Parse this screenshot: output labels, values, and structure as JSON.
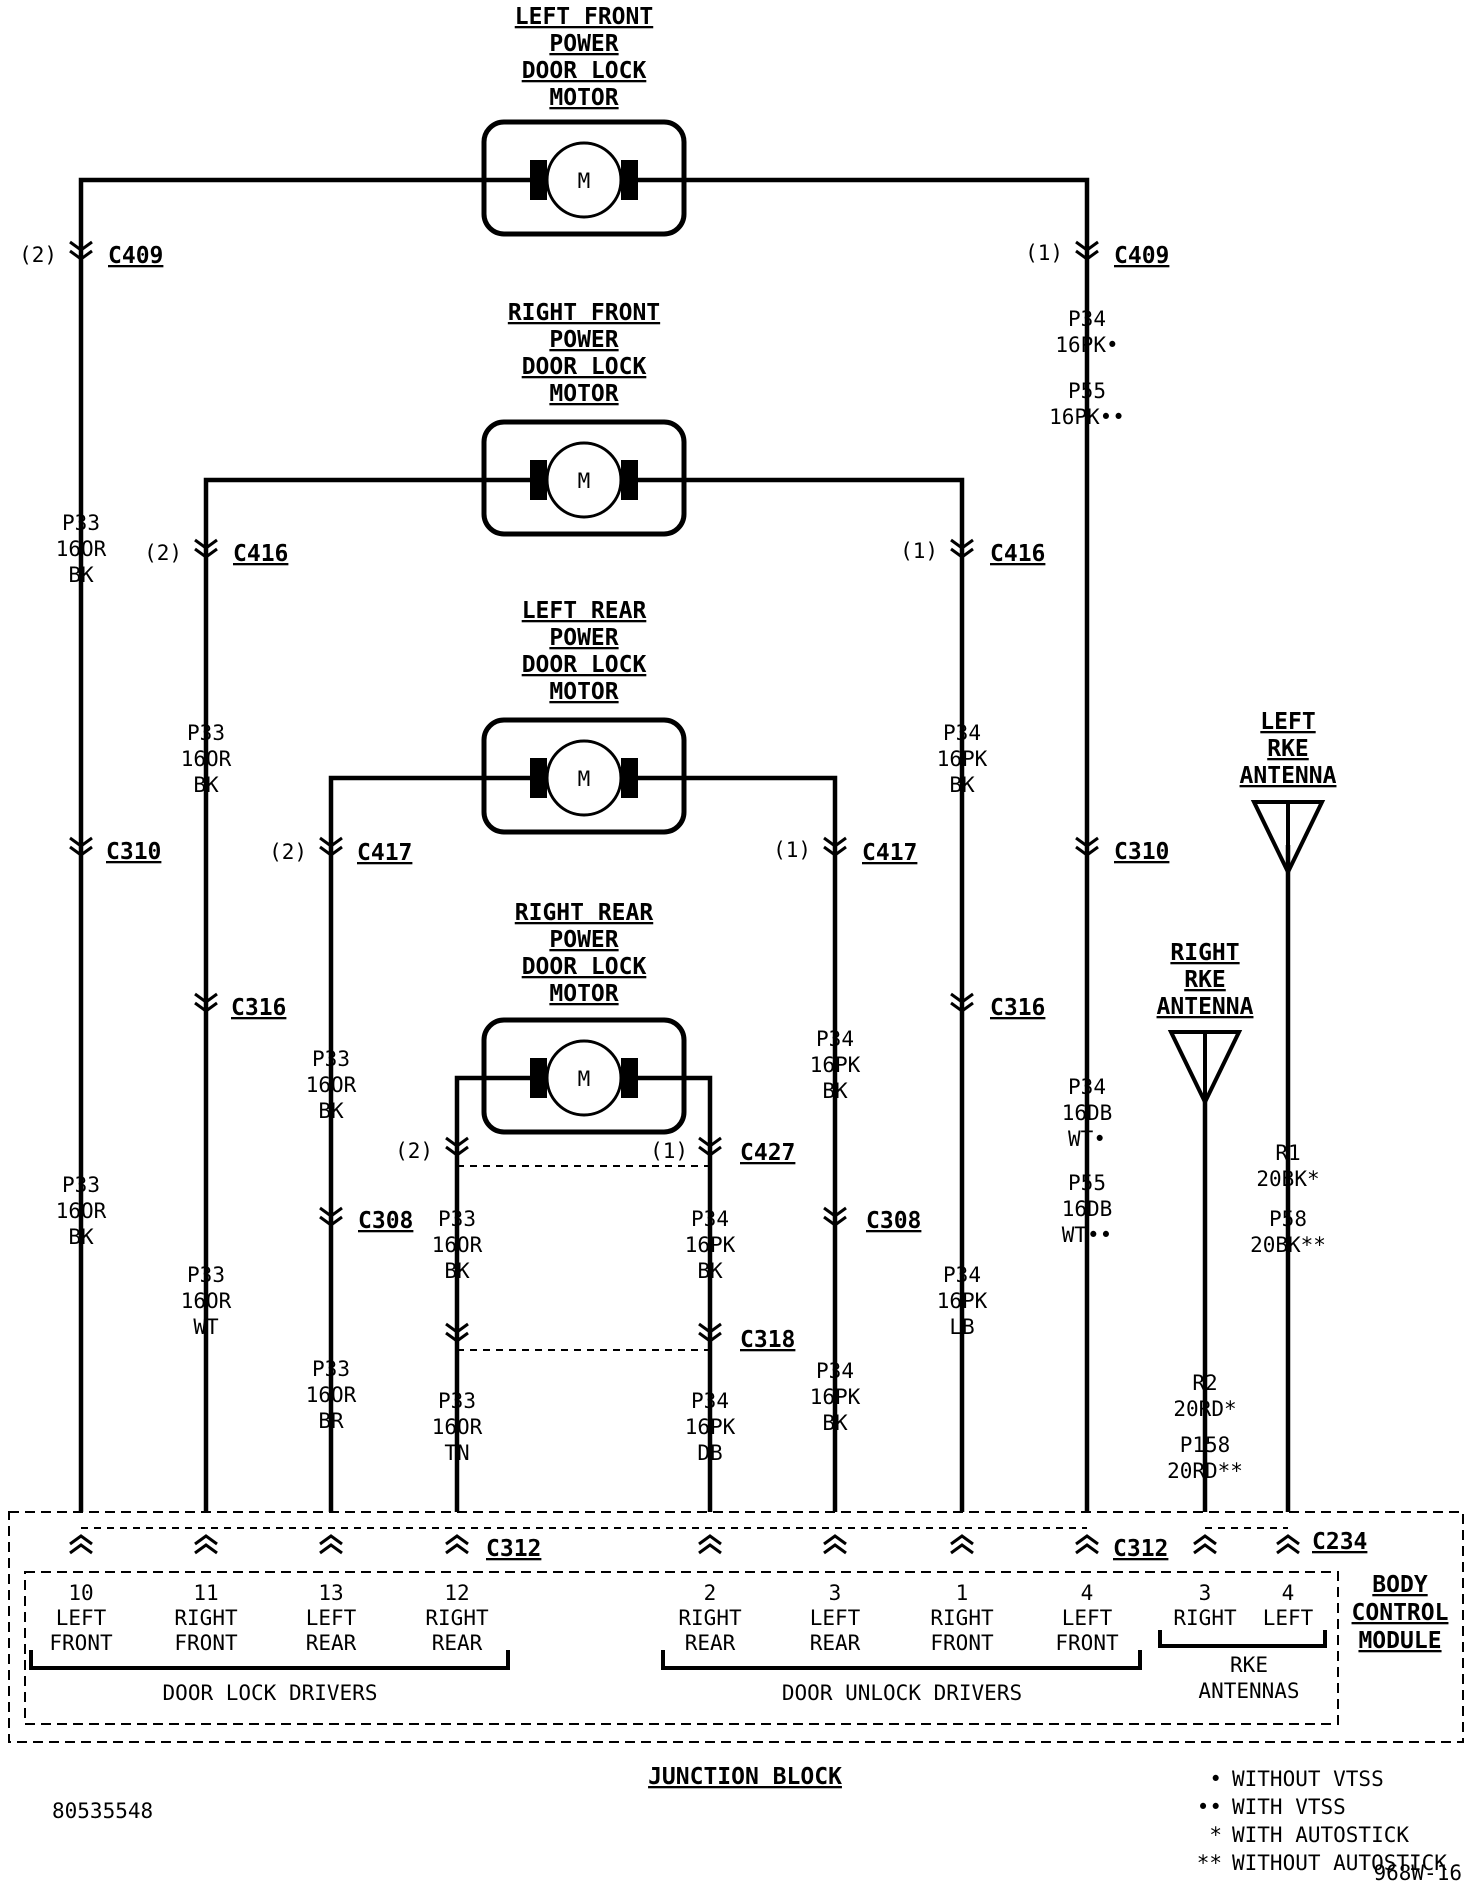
{
  "motors": [
    {
      "title": [
        "LEFT FRONT",
        "POWER",
        "DOOR LOCK",
        "MOTOR"
      ],
      "symbol": "M"
    },
    {
      "title": [
        "RIGHT FRONT",
        "POWER",
        "DOOR LOCK",
        "MOTOR"
      ],
      "symbol": "M"
    },
    {
      "title": [
        "LEFT REAR",
        "POWER",
        "DOOR LOCK",
        "MOTOR"
      ],
      "symbol": "M"
    },
    {
      "title": [
        "RIGHT REAR",
        "POWER",
        "DOOR LOCK",
        "MOTOR"
      ],
      "symbol": "M"
    }
  ],
  "antennas": {
    "left": [
      "LEFT",
      "RKE",
      "ANTENNA"
    ],
    "right": [
      "RIGHT",
      "RKE",
      "ANTENNA"
    ]
  },
  "connectors": {
    "c409_left": {
      "pin": "(2)",
      "name": "C409"
    },
    "c409_right": {
      "pin": "(1)",
      "name": "C409"
    },
    "c416_left": {
      "pin": "(2)",
      "name": "C416"
    },
    "c416_right": {
      "pin": "(1)",
      "name": "C416"
    },
    "c417_left": {
      "pin": "(2)",
      "name": "C417"
    },
    "c417_right": {
      "pin": "(1)",
      "name": "C417"
    },
    "c427_left": {
      "pin": "(2)",
      "name": ""
    },
    "c427_right": {
      "pin": "(1)",
      "name": "C427"
    },
    "c310_a": {
      "name": "C310"
    },
    "c310_b": {
      "name": "C310"
    },
    "c316_a": {
      "name": "C316"
    },
    "c316_b": {
      "name": "C316"
    },
    "c308_a": {
      "name": "C308"
    },
    "c308_b": {
      "name": "C308"
    },
    "c318": {
      "name": "C318"
    },
    "c312_a": {
      "name": "C312"
    },
    "c312_b": {
      "name": "C312"
    },
    "c234": {
      "name": "C234"
    }
  },
  "wire_labels": {
    "w1_a": [
      "P33",
      "16OR",
      "BK"
    ],
    "w1_b": [
      "P33",
      "16OR",
      "BK"
    ],
    "w2_a": [
      "P33",
      "16OR",
      "BK"
    ],
    "w2_b": [
      "P33",
      "16OR",
      "WT"
    ],
    "w3_a": [
      "P33",
      "16OR",
      "BK"
    ],
    "w3_b": [
      "P33",
      "16OR",
      "BR"
    ],
    "w4_a": [
      "P33",
      "16OR",
      "BK"
    ],
    "w4_b": [
      "P33",
      "16OR",
      "TN"
    ],
    "w5_a": [
      "P34",
      "16PK",
      "BK"
    ],
    "w5_b": [
      "P34",
      "16PK",
      "DB"
    ],
    "w6_a": [
      "P34",
      "16PK",
      "BK"
    ],
    "w6_b": [
      "P34",
      "16PK",
      "BK"
    ],
    "w7_a": [
      "P34",
      "16PK",
      "BK"
    ],
    "w7_b": [
      "P34",
      "16PK",
      "LB"
    ],
    "w8_a": [
      "P34",
      "16PK•",
      "P55",
      "16PK••"
    ],
    "w8_b": [
      "P34",
      "16DB",
      "WT•",
      "P55",
      "16DB",
      "WT••"
    ],
    "w9": [
      "R1",
      "20BK*",
      "P58",
      "20BK**"
    ],
    "w10": [
      "R2",
      "20RD*",
      "P158",
      "20RD**"
    ]
  },
  "pins": [
    {
      "num": "10",
      "l1": "LEFT",
      "l2": "FRONT"
    },
    {
      "num": "11",
      "l1": "RIGHT",
      "l2": "FRONT"
    },
    {
      "num": "13",
      "l1": "LEFT",
      "l2": "REAR"
    },
    {
      "num": "12",
      "l1": "RIGHT",
      "l2": "REAR"
    },
    {
      "num": "2",
      "l1": "RIGHT",
      "l2": "REAR"
    },
    {
      "num": "3",
      "l1": "LEFT",
      "l2": "REAR"
    },
    {
      "num": "1",
      "l1": "RIGHT",
      "l2": "FRONT"
    },
    {
      "num": "4",
      "l1": "LEFT",
      "l2": "FRONT"
    },
    {
      "num": "3",
      "l1": "RIGHT",
      "l2": ""
    },
    {
      "num": "4",
      "l1": "LEFT",
      "l2": ""
    }
  ],
  "groups": {
    "lock": "DOOR LOCK DRIVERS",
    "unlock": "DOOR UNLOCK DRIVERS",
    "rke": [
      "RKE",
      "ANTENNAS"
    ]
  },
  "module": [
    "BODY",
    "CONTROL",
    "MODULE"
  ],
  "junction_block": "JUNCTION BLOCK",
  "legend": [
    {
      "sym": "•",
      "text": "WITHOUT VTSS"
    },
    {
      "sym": "••",
      "text": "WITH VTSS"
    },
    {
      "sym": "*",
      "text": "WITH AUTOSTICK"
    },
    {
      "sym": "**",
      "text": "WITHOUT AUTOSTICK"
    }
  ],
  "doc_number": "80535548",
  "figure_id": "968W-16"
}
